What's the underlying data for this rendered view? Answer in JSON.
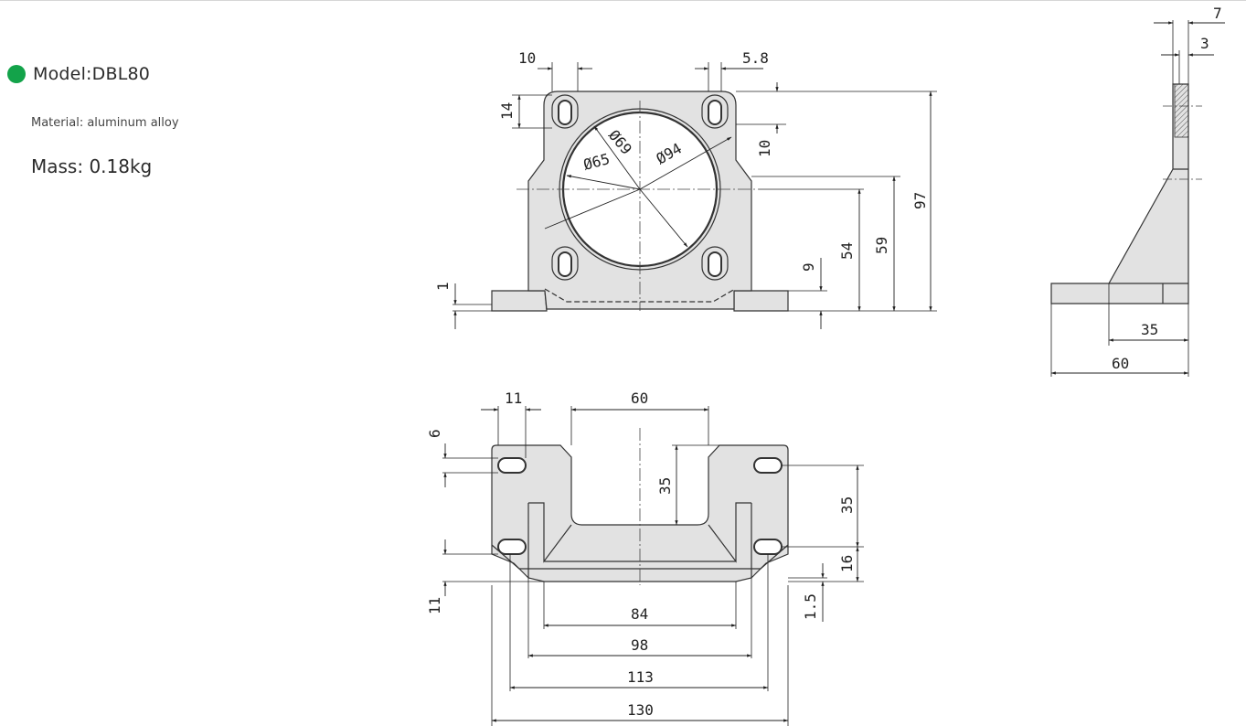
{
  "product": {
    "model": "Model:DBL80",
    "material": "Material: aluminum alloy",
    "mass": "Mass: 0.18kg"
  },
  "colors": {
    "status_dot": "#13a34a",
    "part_fill": "#e2e2e2",
    "line": "#222222"
  },
  "front_view": {
    "dims": {
      "slot_width": "10",
      "slot_offset": "5.8",
      "slot_height": "14",
      "top_offset": "10",
      "bore_inner": "Ø65",
      "bore_mid": "Ø69",
      "bore_outer": "Ø94",
      "base_thickness": "1",
      "lower_slot_height": "9",
      "center_height_inner": "54",
      "center_height": "59",
      "total_height": "97"
    }
  },
  "side_view": {
    "dims": {
      "flange": "7",
      "groove": "3",
      "base_depth": "35",
      "total_depth": "60"
    }
  },
  "top_view": {
    "dims": {
      "slot_w": "11",
      "cutout_width": "60",
      "slot_h": "6",
      "cutout_depth": "35",
      "hole_spacing": "35",
      "edge_offset": "16",
      "lower_slot": "11",
      "wall": "1.5",
      "inner_width": "84",
      "rail_width": "98",
      "hole_pitch": "113",
      "total_width": "130"
    }
  }
}
